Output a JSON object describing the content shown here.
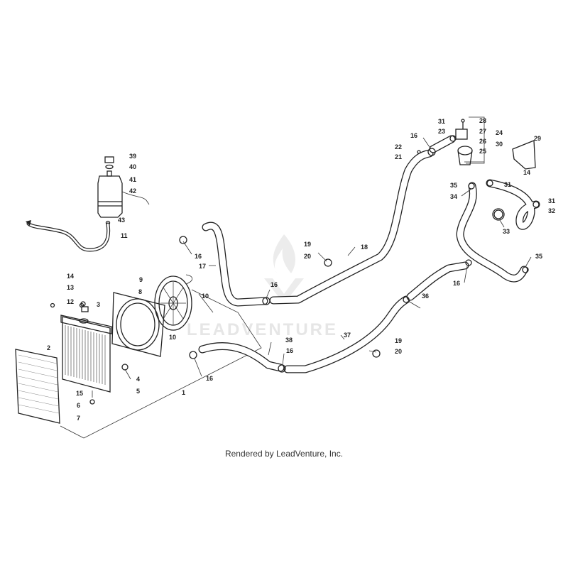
{
  "watermark": "LEADVENTURE",
  "footer": "Rendered by LeadVenture, Inc.",
  "callouts": [
    "1",
    "2",
    "3",
    "4",
    "5",
    "6",
    "7",
    "8",
    "9",
    "10",
    "10",
    "11",
    "12",
    "13",
    "14",
    "14",
    "15",
    "16",
    "16",
    "16",
    "16",
    "16",
    "16",
    "17",
    "18",
    "19",
    "19",
    "20",
    "20",
    "21",
    "22",
    "23",
    "24",
    "25",
    "26",
    "27",
    "28",
    "29",
    "30",
    "31",
    "31",
    "31",
    "32",
    "33",
    "34",
    "35",
    "35",
    "36",
    "37",
    "38",
    "39",
    "40",
    "41",
    "42",
    "43"
  ]
}
